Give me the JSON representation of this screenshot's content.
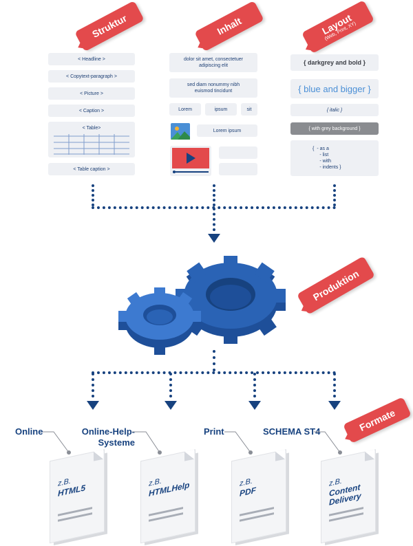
{
  "tags": {
    "struktur": "Struktur",
    "inhalt": "Inhalt",
    "layout": "Layout",
    "layout_sub": "(Web, Print, XY)",
    "produktion": "Produktion",
    "formate": "Formate"
  },
  "struktur": {
    "headline": "< Headline >",
    "copytext": "< Copytext-paragraph >",
    "picture": "< Picture >",
    "caption": "< Caption >",
    "table": "< Table>",
    "table_caption": "< Table caption >"
  },
  "inhalt": {
    "para1": "dolor sit amet, consectetuer adipiscing elit",
    "para2": "sed diam nonummy nibh euismod tincidunt",
    "word1": "Lorem",
    "word2": "ipsum",
    "word3": "sit",
    "image_caption": "Lorem ipsum"
  },
  "layout": {
    "dark_bold": "{ darkgrey and bold }",
    "blue_bigger": "{ blue and bigger }",
    "italic": "{ italic }",
    "grey_bg": "{ with grey background }",
    "list_open": "{",
    "list_items": [
      "- as a",
      "- list",
      "- with",
      "- indents }"
    ]
  },
  "outputs": [
    {
      "label": "Online",
      "zb": "z.B.",
      "format": "HTML5"
    },
    {
      "label": "Online-Help-Systeme",
      "zb": "z.B.",
      "format": "HTMLHelp"
    },
    {
      "label": "Print",
      "zb": "z.B.",
      "format": "PDF"
    },
    {
      "label": "SCHEMA ST4",
      "zb": "z.B.",
      "format": "Content Delivery"
    }
  ],
  "colors": {
    "tag_red": "#e34a4c",
    "navy": "#17427f",
    "gear_blue": "#2a63b5",
    "box_grey": "#eef0f4",
    "link_blue": "#4a8fd6"
  }
}
